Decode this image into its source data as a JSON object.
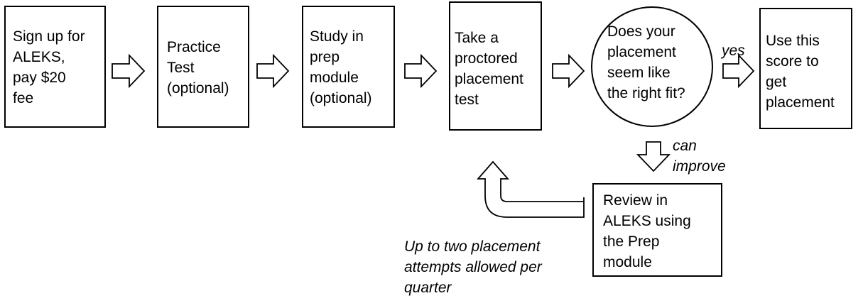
{
  "steps": {
    "signup": "Sign up for\nALEKS,\npay $20\nfee",
    "practice": "Practice\nTest\n(optional)",
    "study": "Study in\nprep\nmodule\n(optional)",
    "proctored": "Take a\nproctored\nplacement\ntest",
    "decision": "Does your\nplacement\nseem like\nthe right fit?",
    "use_score": "Use this\nscore to\nget\nplacement",
    "review": "Review in\nALEKS using\nthe Prep\nmodule"
  },
  "labels": {
    "yes": "yes",
    "can_improve": "can\nimprove",
    "attempts_note": "Up to two placement\nattempts allowed per\nquarter"
  }
}
